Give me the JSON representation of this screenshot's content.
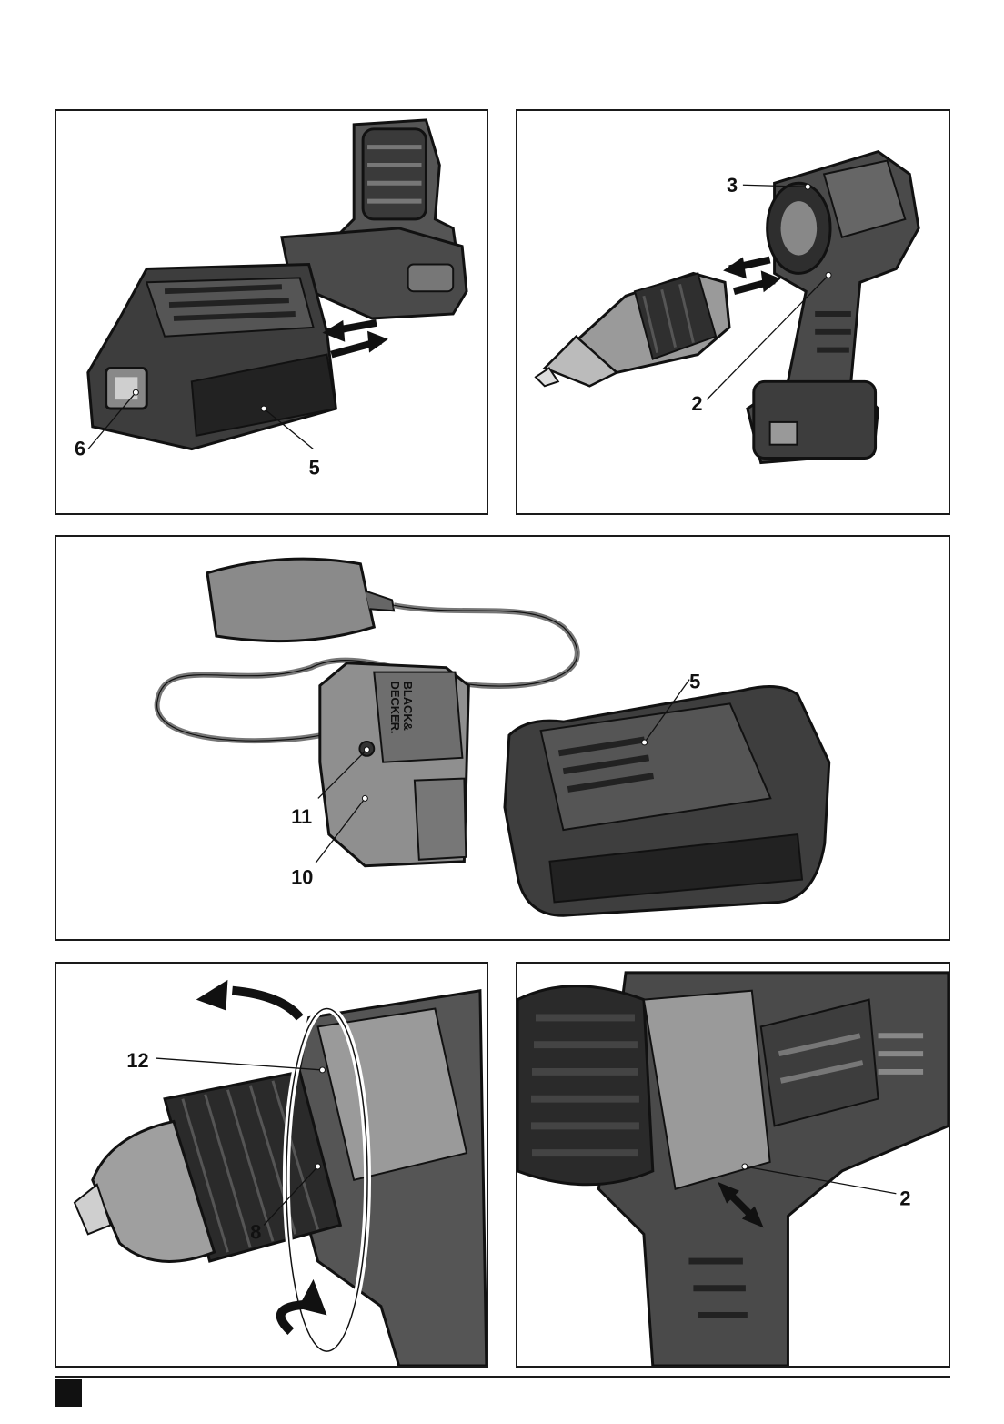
{
  "figures": [
    {
      "id": "battery-removal",
      "callouts": [
        "6",
        "5"
      ]
    },
    {
      "id": "attachment-fitting",
      "callouts": [
        "3",
        "2"
      ]
    },
    {
      "id": "charger",
      "callouts": [
        "5",
        "11",
        "10"
      ],
      "charger_brand": [
        "BLACK&",
        "DECKER."
      ]
    },
    {
      "id": "torque-collar",
      "callouts": [
        "12",
        "8"
      ]
    },
    {
      "id": "release-button",
      "callouts": [
        "2"
      ]
    }
  ]
}
